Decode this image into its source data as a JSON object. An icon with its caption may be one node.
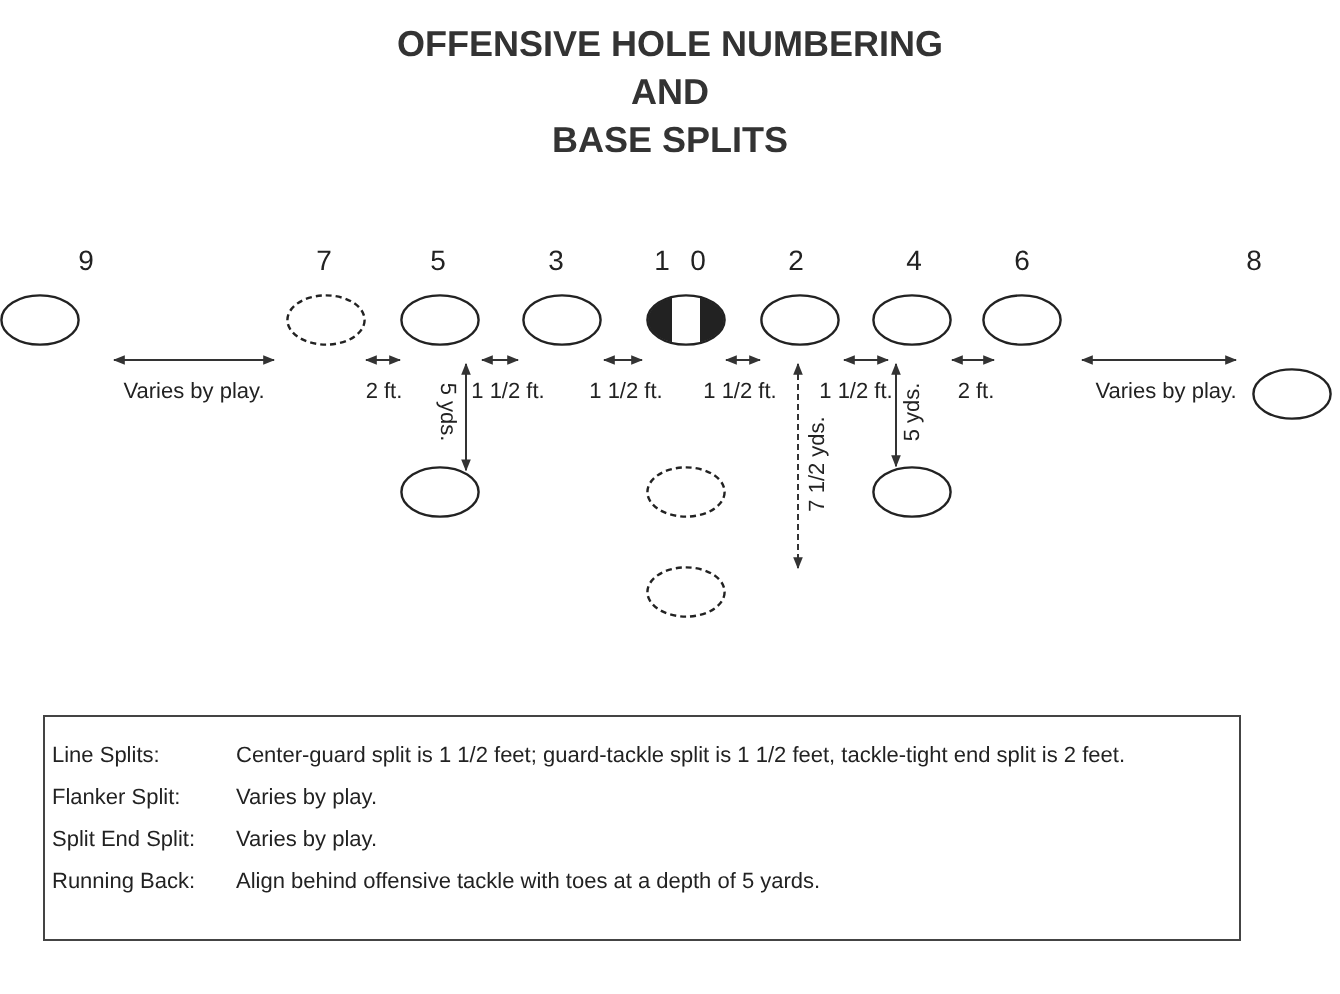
{
  "diagram": {
    "title": "OFFENSIVE HOLE NUMBERING AND BASE SPLITS",
    "nodes": [
      {
        "text": [],
        "shape": "ellipse"
      },
      {
        "text": [],
        "shape": "ellipse"
      },
      {
        "text": [],
        "shape": "ellipse"
      },
      {
        "text": [],
        "shape": "ellipse"
      },
      {
        "text": [],
        "shape": "ellipse"
      },
      {
        "text": [],
        "shape": "ellipse"
      },
      {
        "text": [],
        "shape": "ellipse"
      },
      {
        "text": [],
        "shape": "ellipse"
      },
      {
        "text": [],
        "shape": "ellipse"
      },
      {
        "text": [],
        "shape": "ellipse"
      },
      {
        "text": [],
        "shape": "ellipse"
      },
      {
        "text": [],
        "shape": "ellipse"
      },
      {
        "text": [],
        "shape": "ellipse"
      }
    ],
    "edges": [
      {
        "from": 0,
        "to": 1,
        "arrow": "both",
        "label": "Varies by play."
      },
      {
        "from": 1,
        "to": 2,
        "arrow": "both",
        "label": "2 ft."
      },
      {
        "from": 2,
        "to": 3,
        "arrow": "both",
        "label": "1 1/2 ft."
      },
      {
        "from": 3,
        "to": 4,
        "arrow": "both",
        "label": "1 1/2 ft."
      },
      {
        "from": 4,
        "to": 5,
        "arrow": "both",
        "label": "1 1/2 ft."
      },
      {
        "from": 5,
        "to": 6,
        "arrow": "both",
        "label": "1 1/2 ft."
      },
      {
        "from": 6,
        "to": 7,
        "arrow": "both",
        "label": "2 ft."
      },
      {
        "from": 7,
        "to": 8,
        "arrow": "both",
        "label": "Varies by play."
      },
      {
        "from": 2,
        "to": 9,
        "arrow": "both",
        "label": "5 yds."
      },
      {
        "from": 5,
        "to": null,
        "arrow": "both",
        "label": "7 1/2 yds.",
        "style": "dashed"
      },
      {
        "from": 6,
        "to": 11,
        "arrow": "both",
        "label": "5 yds."
      }
    ],
    "labels": [
      "9",
      "7",
      "5",
      "3",
      "1",
      "0",
      "2",
      "4",
      "6",
      "8",
      "Line Splits:",
      "Center-guard split is 1 1/2 feet; guard-tackle split is 1 1/2 feet, tackle-tight end split is 2 feet.",
      "Flanker Split:",
      "Varies by play.",
      "Split End Split:",
      "Varies by play.",
      "Running Back:",
      "Align behind offensive tackle with toes at a depth of 5 yards."
    ]
  }
}
